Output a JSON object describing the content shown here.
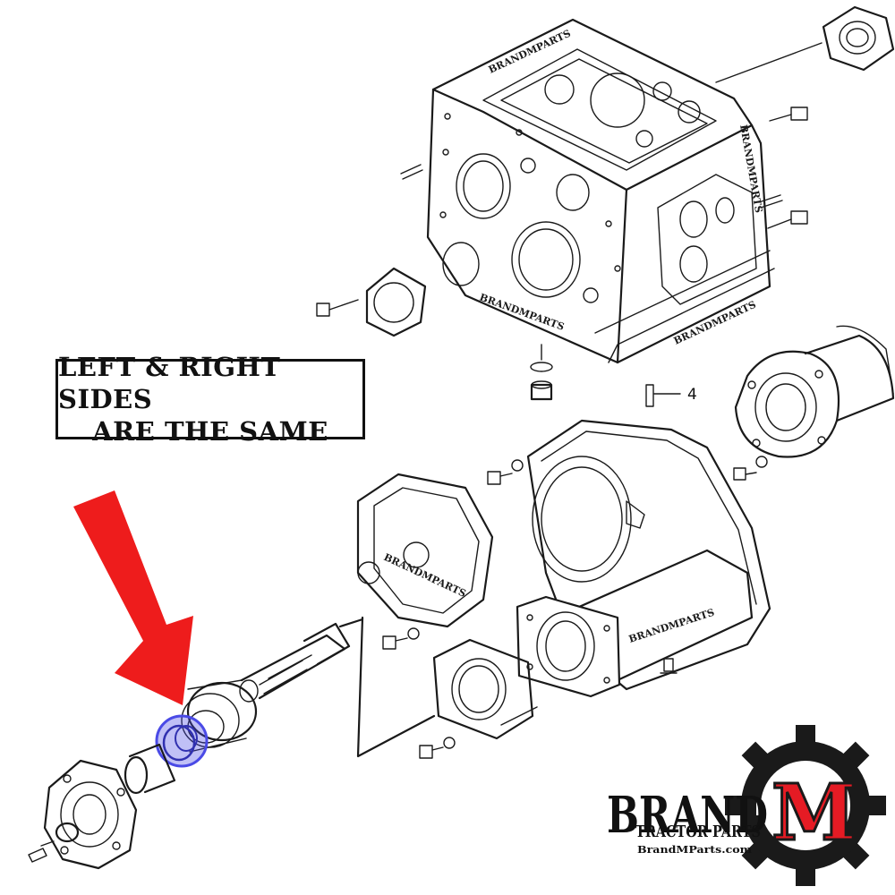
{
  "note": {
    "line1": "LEFT & RIGHT SIDES",
    "line2": "ARE THE SAME"
  },
  "diagram": {
    "callout_number": "4",
    "watermark_text": "BRANDMPARTS",
    "highlight_color": "#4a4ae6",
    "arrow_color": "#ee1c1c"
  },
  "logo": {
    "brand_word": "BRAND",
    "letter": "M",
    "subtitle": "TRACTOR PARTS",
    "website": "BrandMParts.com",
    "letter_color": "#e51b24",
    "gear_color": "#1a1a1a"
  }
}
